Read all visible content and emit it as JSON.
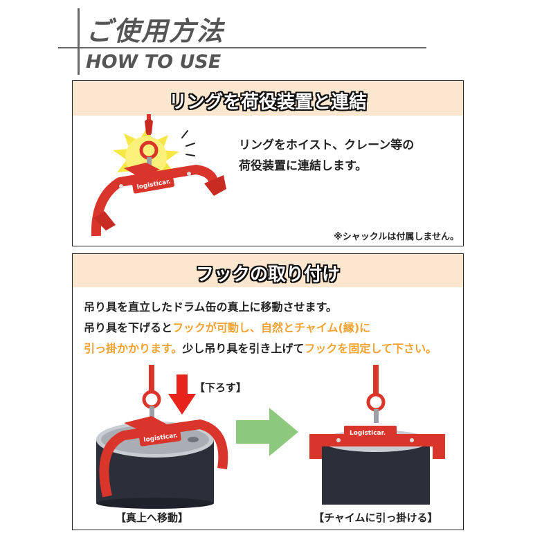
{
  "header": {
    "title": "ご使用方法",
    "subtitle": "HOW TO USE"
  },
  "section1": {
    "title": "リングを荷役装置と連結",
    "text_lines": [
      "リングをホイスト、クレーン等の",
      "荷役装置に連結します。"
    ],
    "note": "※シャックルは付属しません。",
    "brand": "logisticar."
  },
  "section2": {
    "title": "フックの取り付け",
    "line1": "吊り具を直立したドラム缶の真上に移動させます。",
    "line2_a": "吊り具を下げると",
    "line2_b": "フックが可動し、自然とチャイム(縁)に",
    "line3_a": "引っ掛かかります。",
    "line3_b": "少し吊り具を引き上げて",
    "line3_c": "フックを固定",
    "line3_d": "して下さい。",
    "down_label": "【下ろす】",
    "caption_left": "【真上へ移動】",
    "caption_right": "【チャイムに引っ掛ける】",
    "brand_left": "logisticar.",
    "brand_right": "Logisticar."
  },
  "colors": {
    "band": "#fbe6cf",
    "accent_orange": "#f2a231",
    "arrow_red": "#e8231b",
    "arrow_green": "#8dc97c",
    "tool_red": "#d9352b",
    "drum": "#2b2f3a"
  }
}
